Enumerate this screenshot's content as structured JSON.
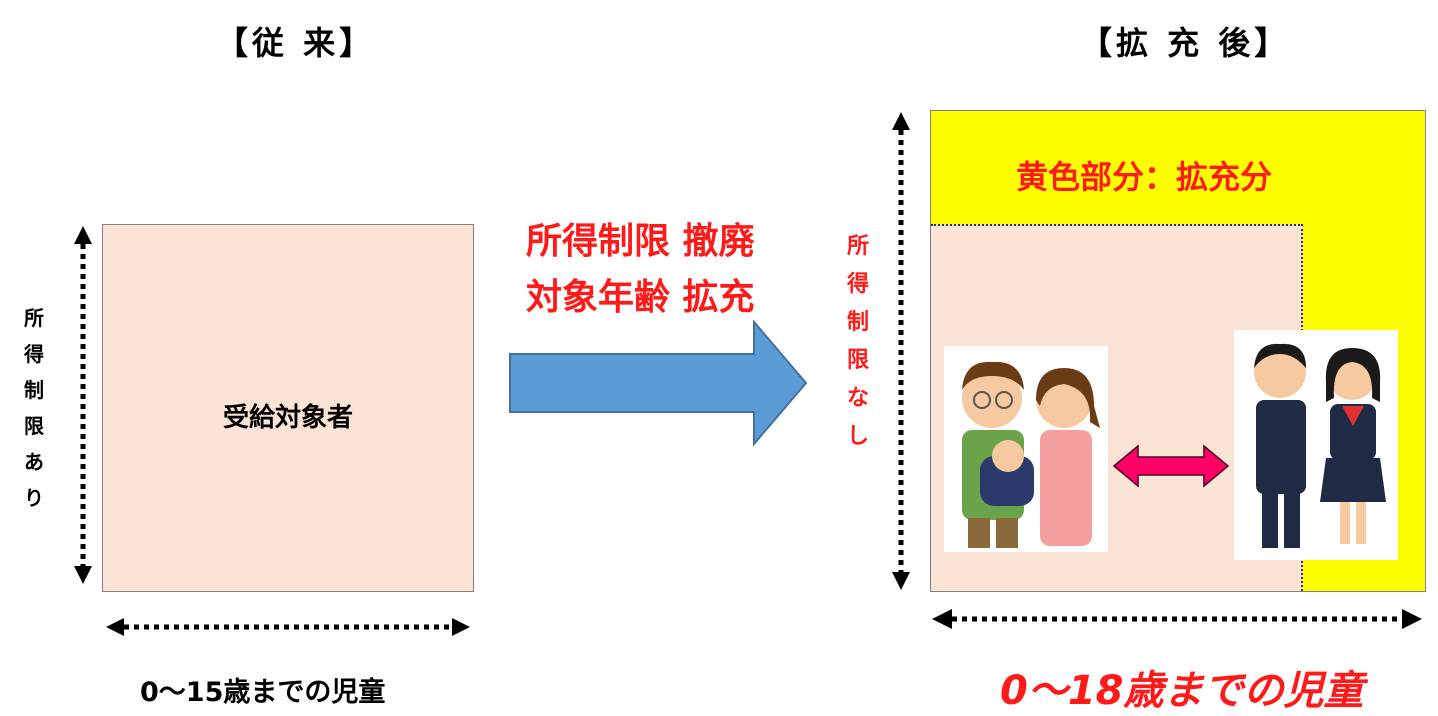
{
  "before": {
    "heading": "【従 来】",
    "vertical_label": [
      "所",
      "得",
      "制",
      "限",
      "あ",
      "り"
    ],
    "box_label": "受給対象者",
    "bottom_label": "0～15歳までの児童"
  },
  "transition": {
    "line1": "所得制限 撤廃",
    "line2": "対象年齢 拡充"
  },
  "after": {
    "heading": "【拡 充 後】",
    "vertical_label": [
      "所",
      "得",
      "制",
      "限",
      "な",
      "し"
    ],
    "yellow_label": "黄色部分：拡充分",
    "bottom_label": "0～18歳までの児童"
  },
  "colors": {
    "peach": "#fbe3d6",
    "yellow": "#ffff00",
    "red_text": "#ff1a1a",
    "arrow_blue": "#5b9bd5",
    "double_arrow": "#ff0066"
  },
  "icons": {
    "family": "family-with-baby-illustration",
    "students": "students-in-uniform-illustration"
  }
}
